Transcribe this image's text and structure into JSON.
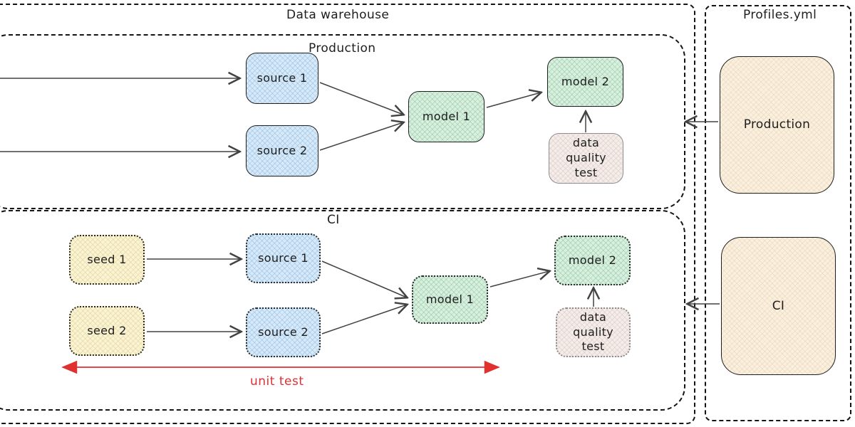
{
  "diagram": {
    "groups": {
      "data_warehouse": "Data warehouse",
      "production": "Production",
      "ci": "CI",
      "profiles": "Profiles.yml"
    },
    "production": {
      "source1": "source 1",
      "source2": "source 2",
      "model1": "model 1",
      "model2": "model 2",
      "quality_test": "data quality test"
    },
    "ci": {
      "seed1": "seed 1",
      "seed2": "seed 2",
      "source1": "source 1",
      "source2": "source 2",
      "model1": "model 1",
      "model2": "model 2",
      "quality_test": "data quality test"
    },
    "profiles": {
      "production": "Production",
      "ci": "CI"
    },
    "annotations": {
      "unit_test": "unit test"
    },
    "colors": {
      "source_fill": "#d8eaf8",
      "model_fill": "#d9efdf",
      "seed_fill": "#faf3d4",
      "profile_fill": "#faf0e0",
      "test_fill": "#f4edea",
      "stroke": "#1e1e1e",
      "arrow": "#424242",
      "unit_test_red": "#e03131"
    }
  }
}
